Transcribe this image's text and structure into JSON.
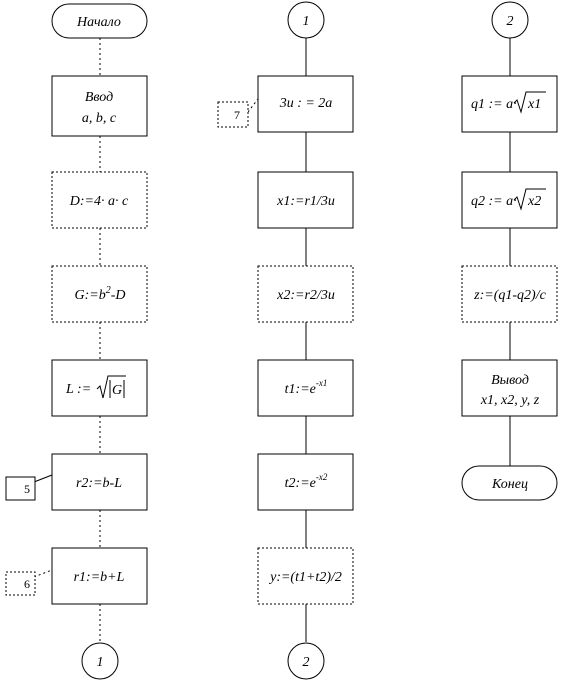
{
  "col1": {
    "start": "Начало",
    "input_title": "Ввод",
    "input_vars": "a, b, c",
    "d_expr": "D:=4· a· c",
    "g_lhs": "G:=b",
    "g_sup": "2",
    "g_rhs": "-D",
    "l_lhs": "L :=",
    "l_arg": "G",
    "r2_expr": "r2:=b-L",
    "r1_expr": "r1:=b+L",
    "connector_out": "1",
    "note_r2": "5",
    "note_r1": "6"
  },
  "col2": {
    "connector_in": "1",
    "z_expr": "3и : = 2a",
    "x1_expr": "x1:=r1/3и",
    "x2_expr": "x2:=r2/3и",
    "t1_lhs": "t1:=e",
    "t1_sup": "-x1",
    "t2_lhs": "t2:=e",
    "t2_sup": "-x2",
    "y_expr": "y:=(t1+t2)/2",
    "connector_out": "2",
    "note_z": "7"
  },
  "col3": {
    "connector_in": "2",
    "q1_lhs": "q1 := a·",
    "q1_arg": "x1",
    "q2_lhs": "q2 := a·",
    "q2_arg": "x2",
    "z_expr": "z:=(q1-q2)/c",
    "output_title": "Вывод",
    "output_vars": "x1, x2, y, z",
    "end": "Конец"
  }
}
